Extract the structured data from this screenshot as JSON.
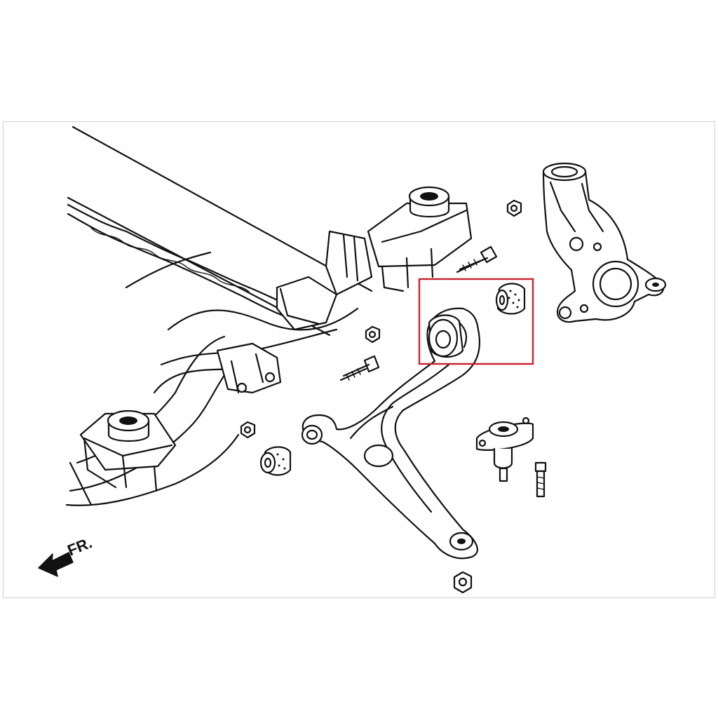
{
  "diagram": {
    "direction_label": "FR.",
    "highlight_color": "#c8232c",
    "line_color": "#111111",
    "frame_color": "#cfcfcf",
    "parts": [
      "subframe-crossmember",
      "front-subframe-mount-bushing",
      "rear-subframe-mount-bushing",
      "steering-knuckle",
      "lower-control-arm",
      "ball-joint",
      "front-control-arm-bushing",
      "rear-control-arm-bushing",
      "flange-nut",
      "bolt"
    ]
  }
}
